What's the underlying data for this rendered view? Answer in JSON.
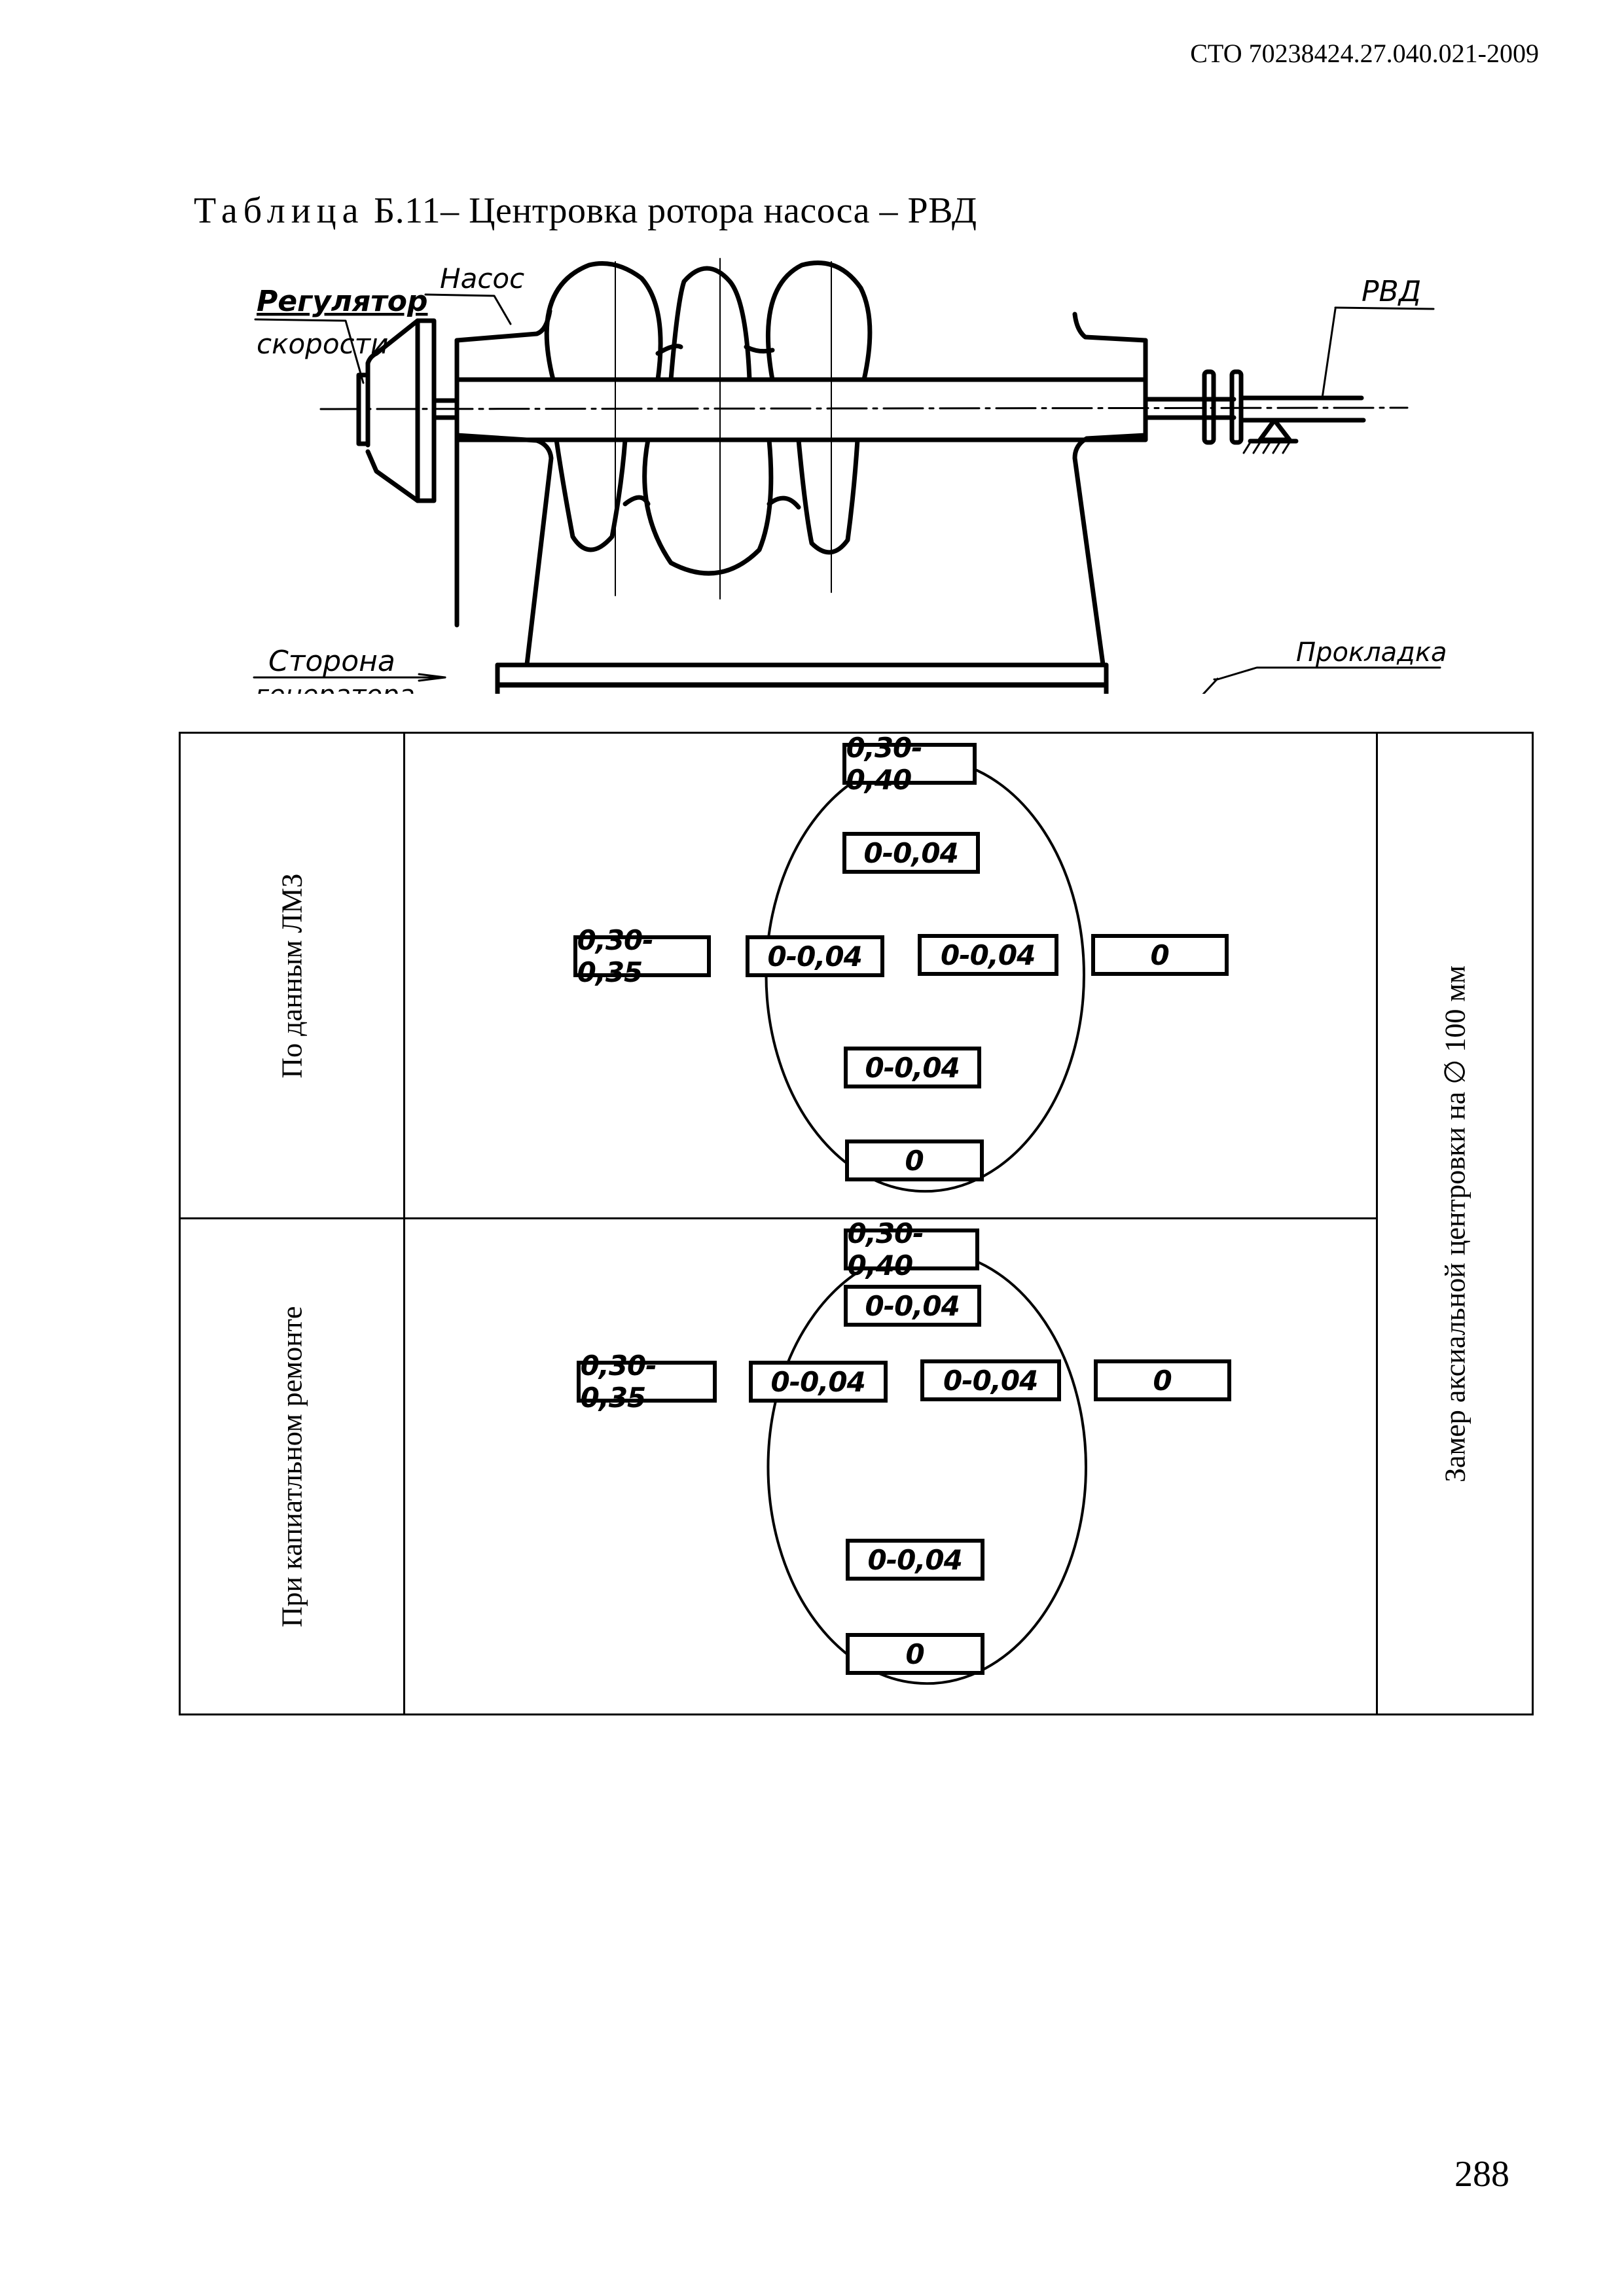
{
  "header": {
    "doc_code": "СТО 70238424.27.040.021-2009"
  },
  "caption": {
    "prefix": "Таблица",
    "text": " Б.11– Центровка ротора насоса – РВД"
  },
  "drawing": {
    "labels": {
      "regulator_line1": "Регулятор",
      "regulator_line2": "скорости",
      "pump": "Насос",
      "rvd": "РВД",
      "side_line1": "Сторона",
      "side_line2": "генератора",
      "gasket": "Прокладка"
    }
  },
  "table": {
    "side_label": "Замер аксиальной центровки на ∅ 100 мм",
    "rows": [
      {
        "label": "По данным ЛМЗ",
        "values": {
          "top_outer": "0,30-0,40",
          "top_inner": "0-0,04",
          "left_outer": "0,30-0,35",
          "left_inner": "0-0,04",
          "right_inner": "0-0,04",
          "right_outer": "0",
          "bottom_inner": "0-0,04",
          "bottom_outer": "0"
        }
      },
      {
        "label": "При капиатльном ремонте",
        "values": {
          "top_outer": "0,30-0,40",
          "top_inner": "0-0,04",
          "left_outer": "0,30-0,35",
          "left_inner": "0-0,04",
          "right_inner": "0-0,04",
          "right_outer": "0",
          "bottom_inner": "0-0,04",
          "bottom_outer": "0"
        }
      }
    ]
  },
  "footer": {
    "page_number": "288"
  }
}
